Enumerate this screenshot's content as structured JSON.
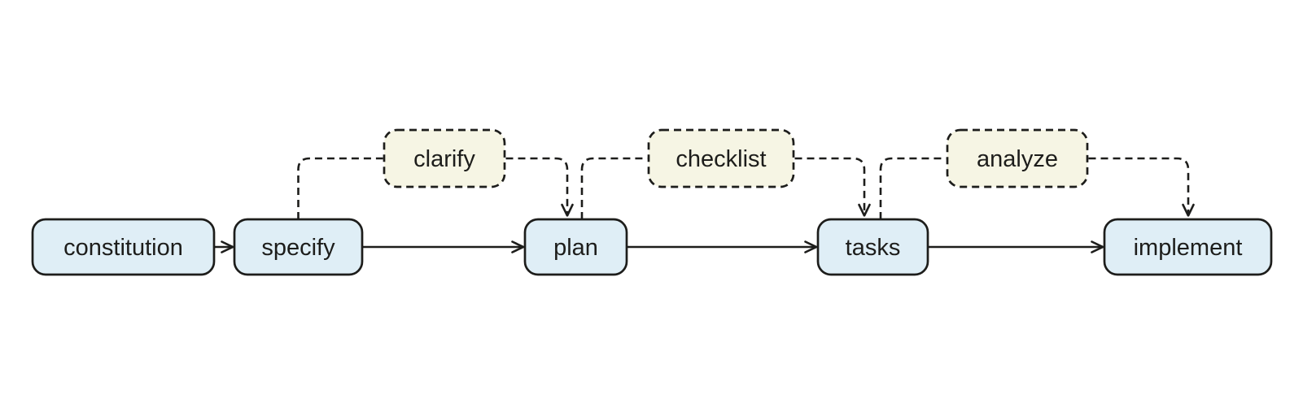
{
  "diagram": {
    "type": "flowchart",
    "background": "#ffffff",
    "colors": {
      "main_node_fill": "#dfeef6",
      "optional_node_fill": "#f6f5e4",
      "stroke": "#1d1d1b",
      "text": "#1d1d1b"
    },
    "main_flow": [
      {
        "id": "constitution",
        "label": "constitution",
        "style": "solid"
      },
      {
        "id": "specify",
        "label": "specify",
        "style": "solid"
      },
      {
        "id": "plan",
        "label": "plan",
        "style": "solid"
      },
      {
        "id": "tasks",
        "label": "tasks",
        "style": "solid"
      },
      {
        "id": "implement",
        "label": "implement",
        "style": "solid"
      }
    ],
    "optional_steps": [
      {
        "id": "clarify",
        "label": "clarify",
        "style": "dashed",
        "between": [
          "specify",
          "plan"
        ]
      },
      {
        "id": "checklist",
        "label": "checklist",
        "style": "dashed",
        "between": [
          "plan",
          "tasks"
        ]
      },
      {
        "id": "analyze",
        "label": "analyze",
        "style": "dashed",
        "between": [
          "tasks",
          "implement"
        ]
      }
    ],
    "edges": {
      "solid": [
        {
          "from": "constitution",
          "to": "specify"
        },
        {
          "from": "specify",
          "to": "plan"
        },
        {
          "from": "plan",
          "to": "tasks"
        },
        {
          "from": "tasks",
          "to": "implement"
        }
      ],
      "dashed": [
        {
          "from": "specify",
          "to": "clarify"
        },
        {
          "from": "clarify",
          "to": "plan"
        },
        {
          "from": "plan",
          "to": "checklist"
        },
        {
          "from": "checklist",
          "to": "tasks"
        },
        {
          "from": "tasks",
          "to": "analyze"
        },
        {
          "from": "analyze",
          "to": "implement"
        }
      ]
    }
  }
}
